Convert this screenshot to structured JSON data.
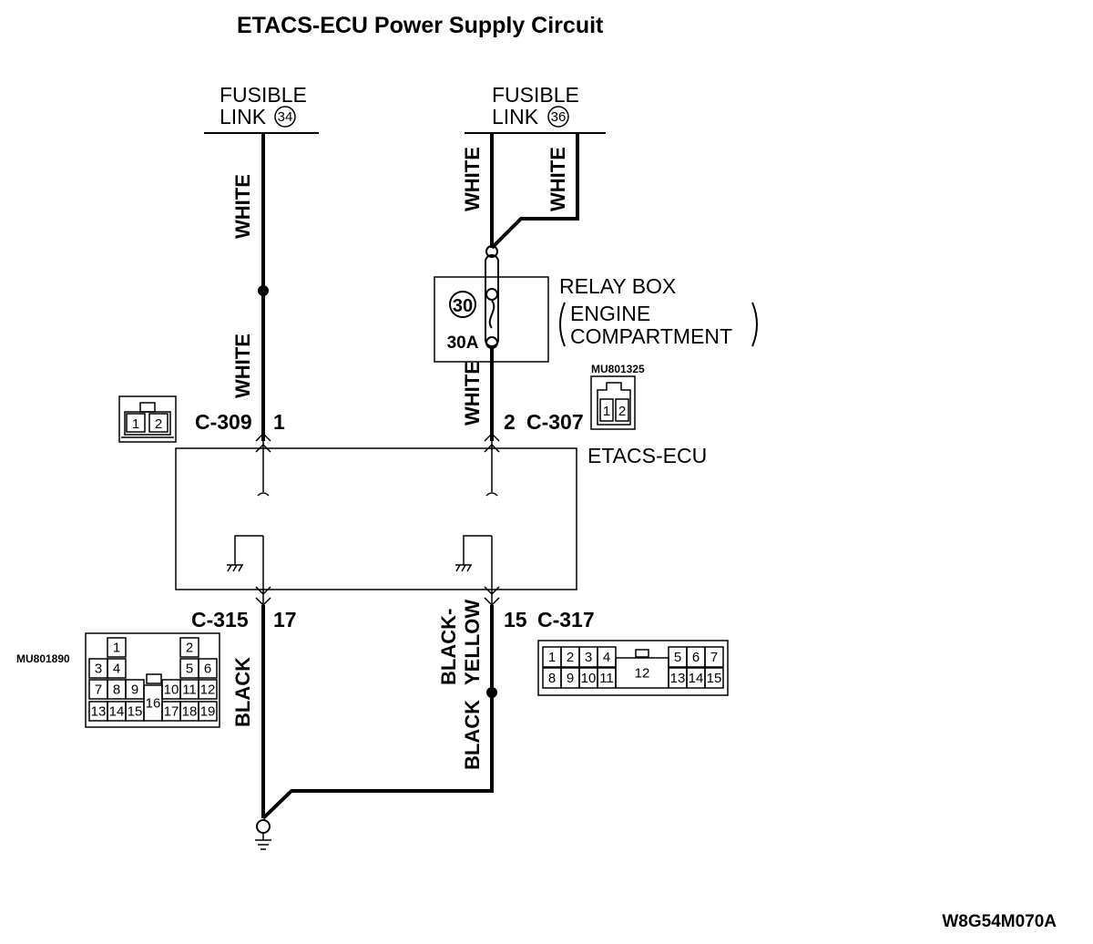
{
  "title": "ETACS-ECU Power Supply Circuit",
  "fusible_link_34": {
    "line1": "FUSIBLE",
    "line2": "LINK",
    "number": "34"
  },
  "fusible_link_36": {
    "line1": "FUSIBLE",
    "line2": "LINK",
    "number": "36"
  },
  "relay_box": {
    "title": "RELAY BOX",
    "location_line1": "ENGINE",
    "location_line2": "COMPARTMENT",
    "fuse_number": "30",
    "fuse_rating": "30A"
  },
  "ecu": {
    "label": "ETACS-ECU"
  },
  "wires": {
    "left_upper": "WHITE",
    "left_lower": "WHITE",
    "right_upper_a": "WHITE",
    "right_upper_b": "WHITE",
    "right_mid": "WHITE",
    "ground_left": "BLACK",
    "ground_right_line1": "BLACK-",
    "ground_right_line2": "YELLOW",
    "ground_right_lower": "BLACK"
  },
  "connectors": {
    "c309": {
      "name": "C-309",
      "pin": "1",
      "pins": [
        "1",
        "2"
      ]
    },
    "c307": {
      "name": "C-307",
      "pin": "2",
      "part_no": "MU801325",
      "pins": [
        "1",
        "2"
      ]
    },
    "c315": {
      "name": "C-315",
      "pin": "17",
      "part_no": "MU801890",
      "pins": [
        "1",
        "2",
        "3",
        "4",
        "5",
        "6",
        "7",
        "8",
        "9",
        "10",
        "11",
        "12",
        "13",
        "14",
        "15",
        "16",
        "17",
        "18",
        "19"
      ]
    },
    "c317": {
      "name": "C-317",
      "pin": "15",
      "pins": [
        "1",
        "2",
        "3",
        "4",
        "5",
        "6",
        "7",
        "8",
        "9",
        "10",
        "11",
        "12",
        "13",
        "14",
        "15"
      ]
    }
  },
  "footer_code": "W8G54M070A",
  "colors": {
    "ink": "#000000",
    "paper": "#ffffff"
  }
}
